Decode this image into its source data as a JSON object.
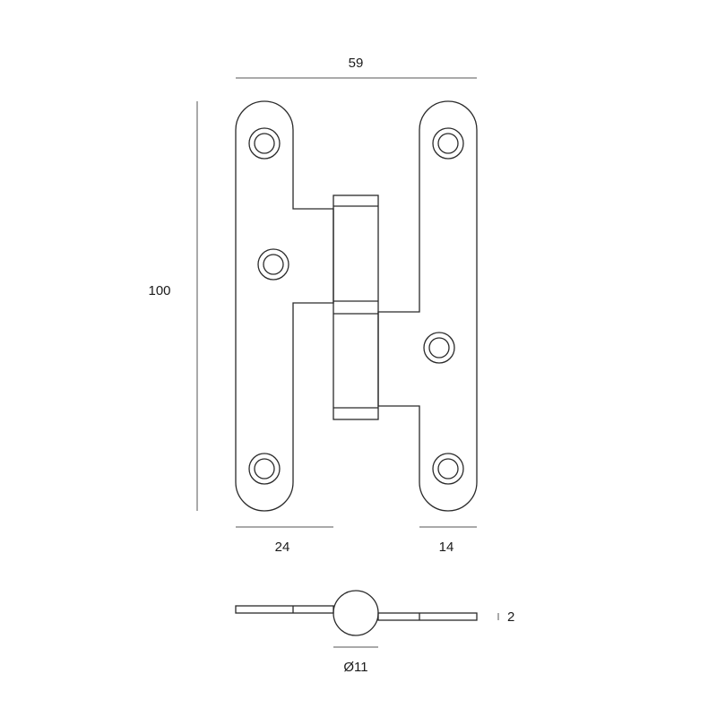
{
  "dimensions": {
    "overall_width": "59",
    "overall_height": "100",
    "left_leaf_width": "24",
    "right_leaf_width": "14",
    "thickness": "2",
    "knuckle_diameter": "Ø11"
  }
}
